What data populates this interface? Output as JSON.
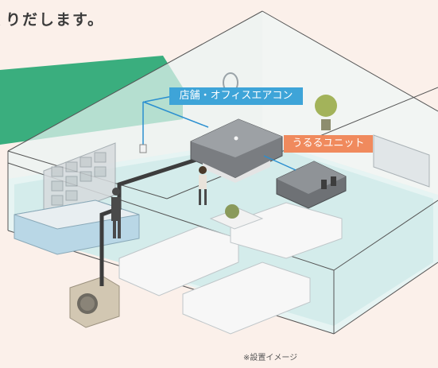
{
  "heading": {
    "line1": "",
    "line2": "くりだします。"
  },
  "labels": {
    "shop_office_aircon": "店舗・オフィスエアコン",
    "ururu_unit": "うるるユニット"
  },
  "caption": "※設置イメージ",
  "colors": {
    "background": "#fbf0ea",
    "green_band": "#3aae7e",
    "label_blue": "#3ea4d8",
    "label_orange": "#f08a5d",
    "duct_line": "#2a8fd0",
    "room_outline": "#555555",
    "room_glass": "#d8eef0"
  }
}
